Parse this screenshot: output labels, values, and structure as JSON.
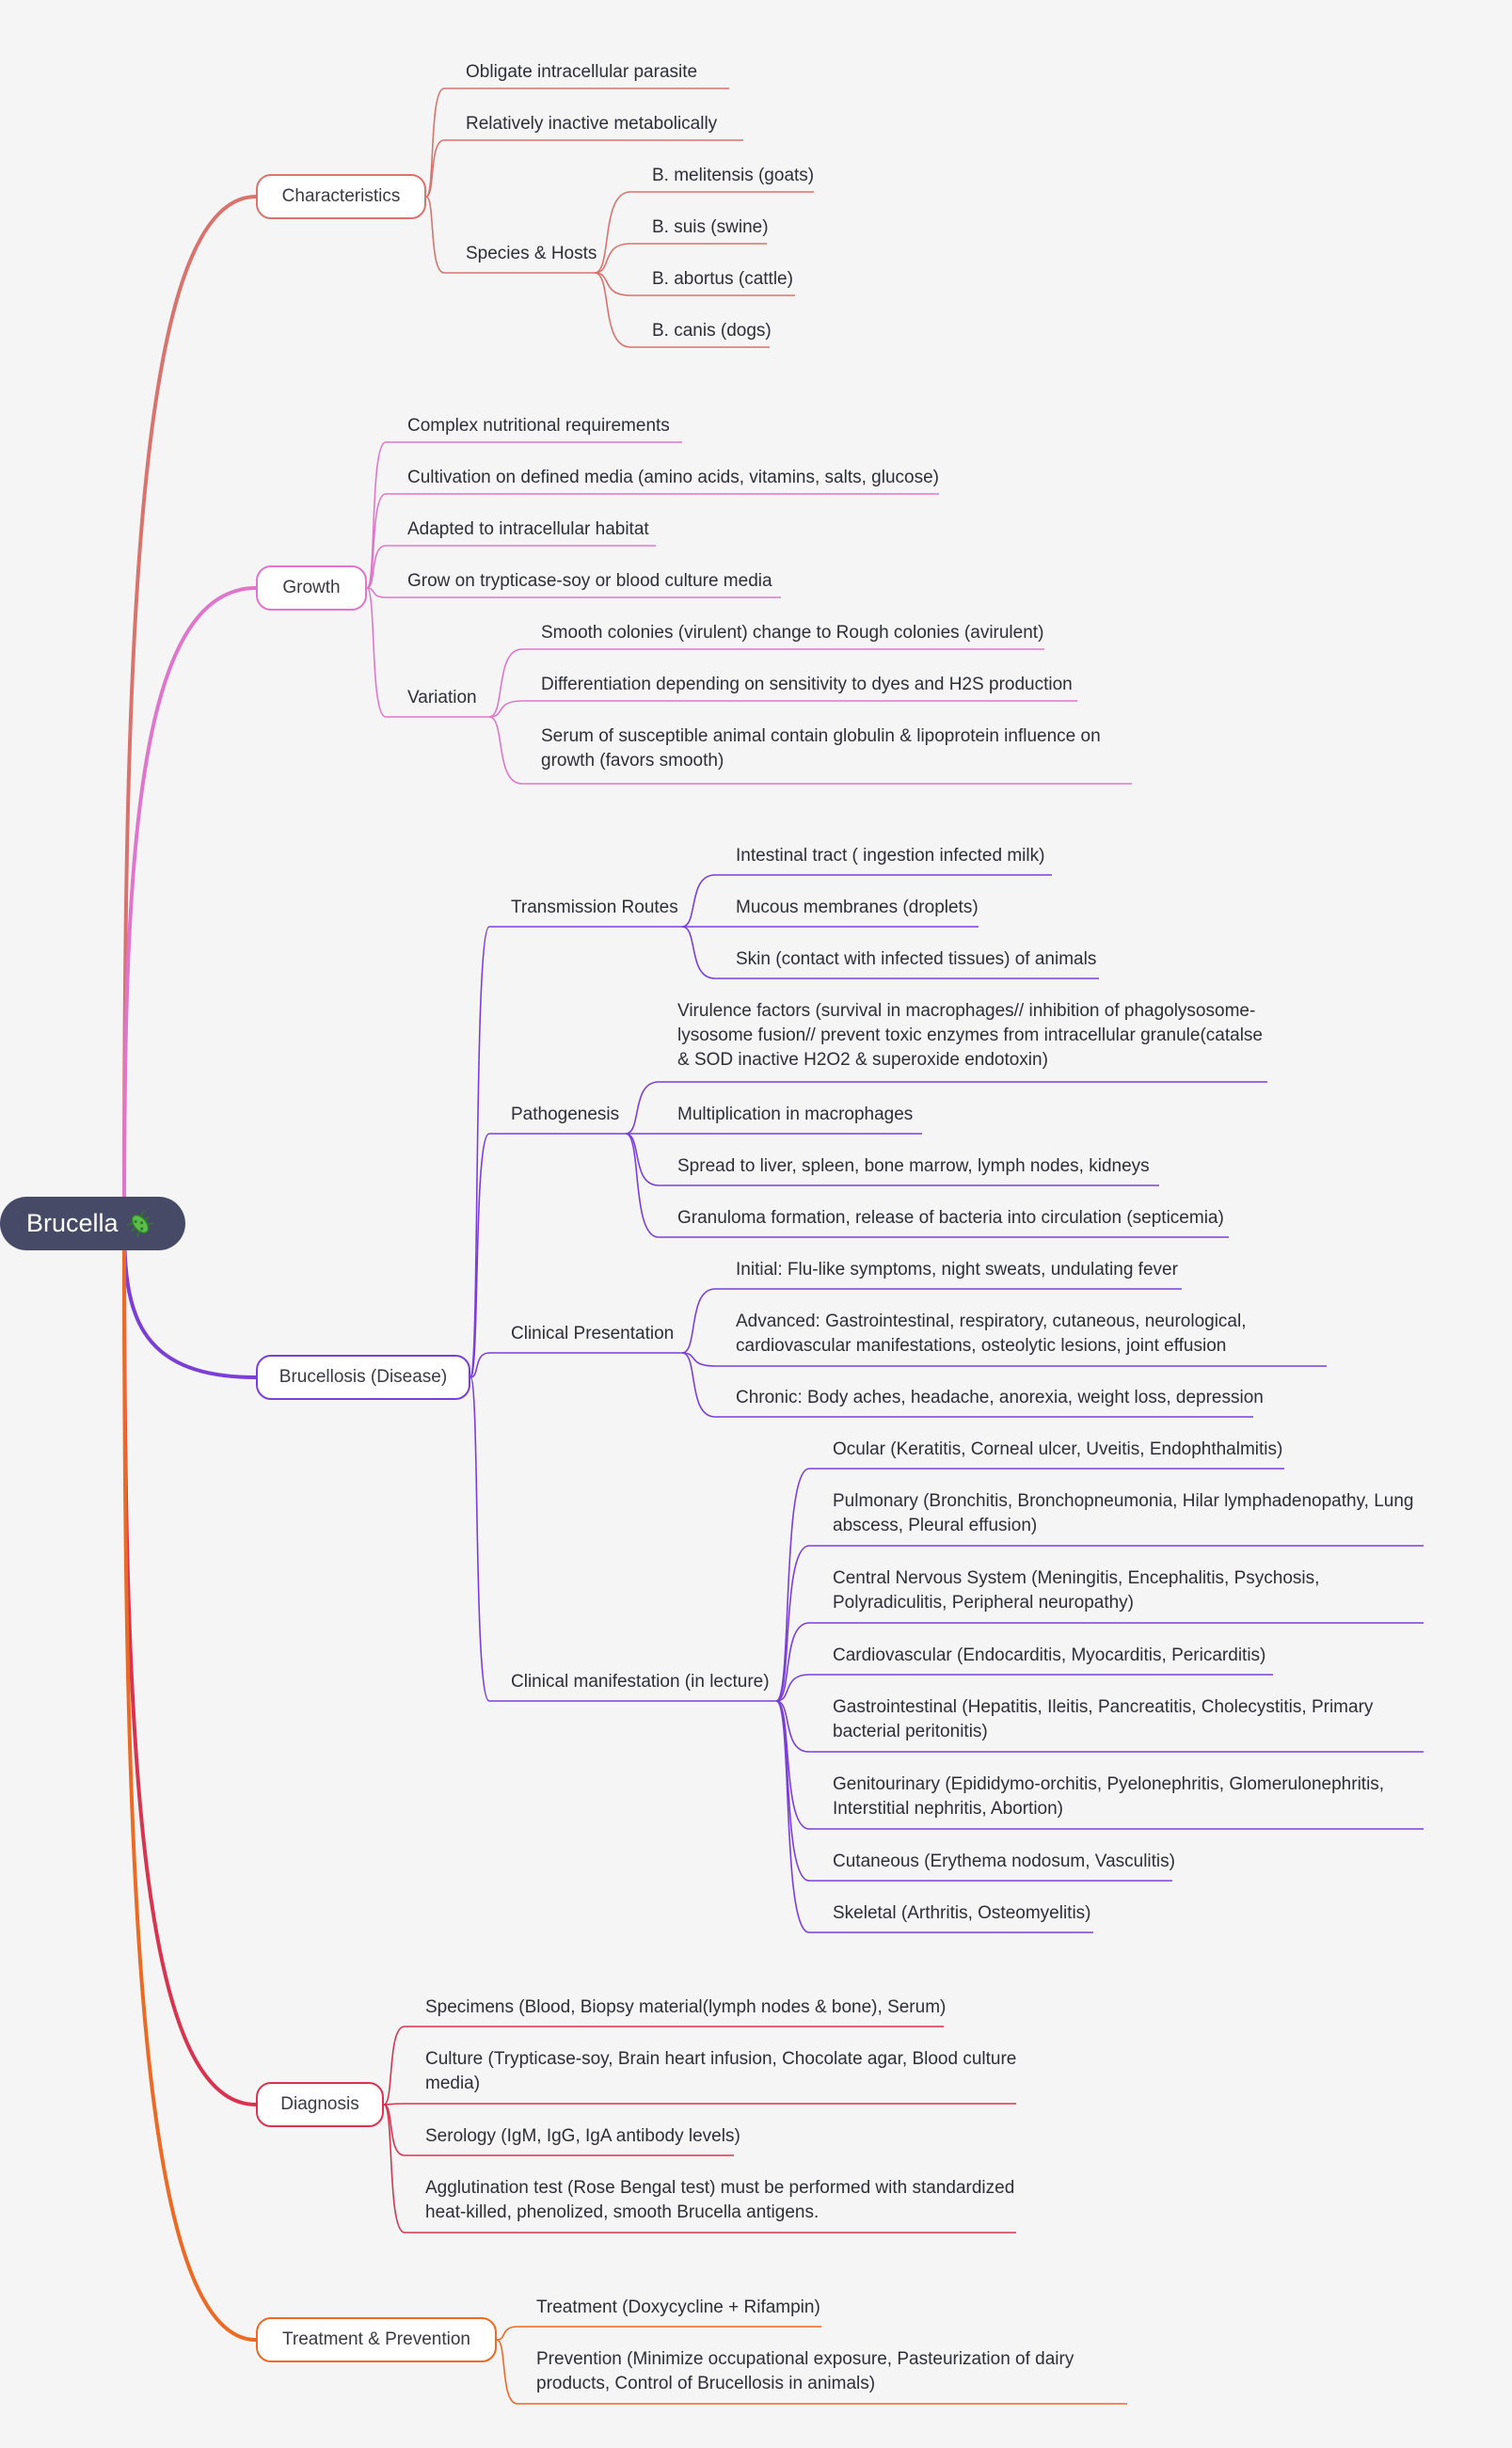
{
  "root": {
    "label": "Brucella",
    "icon": "microbe-icon"
  },
  "colors": {
    "characteristics": "#d9736e",
    "growth": "#e076cc",
    "brucellosis": "#7b3fd8",
    "diagnosis": "#d8344f",
    "treatment": "#ec6a24",
    "root_bg": "#474a67"
  },
  "characteristics": {
    "label": "Characteristics",
    "items": [
      "Obligate intracellular parasite",
      "Relatively inactive metabolically"
    ],
    "species": {
      "label": "Species & Hosts",
      "items": [
        "B. melitensis (goats)",
        "B. suis (swine)",
        "B. abortus (cattle)",
        "B. canis (dogs)"
      ]
    }
  },
  "growth": {
    "label": "Growth",
    "items": [
      "Complex nutritional requirements",
      "Cultivation on defined media (amino acids, vitamins, salts, glucose)",
      "Adapted to intracellular habitat",
      "Grow on trypticase-soy or blood culture media"
    ],
    "variation": {
      "label": "Variation",
      "items": [
        "Smooth colonies (virulent) change to Rough colonies (avirulent)",
        "Differentiation depending on sensitivity to dyes and H2S production",
        "Serum of susceptible animal contain globulin & lipoprotein influence on\ngrowth (favors smooth)"
      ]
    }
  },
  "brucellosis": {
    "label": "Brucellosis (Disease)",
    "transmission": {
      "label": "Transmission Routes",
      "items": [
        "Intestinal tract ( ingestion infected milk)",
        "Mucous membranes (droplets)",
        "Skin (contact with infected tissues) of animals"
      ]
    },
    "pathogenesis": {
      "label": "Pathogenesis",
      "items": [
        "Virulence factors (survival in macrophages// inhibition of phagolysosome-\nlysosome fusion// prevent toxic enzymes from intracellular granule(catalse\n& SOD inactive H2O2 & superoxide endotoxin)",
        "Multiplication in macrophages",
        "Spread to liver, spleen, bone marrow, lymph nodes, kidneys",
        "Granuloma formation, release of bacteria into circulation (septicemia)"
      ]
    },
    "clinical_presentation": {
      "label": "Clinical Presentation",
      "items": [
        "Initial: Flu-like symptoms, night sweats, undulating fever",
        "Advanced: Gastrointestinal, respiratory, cutaneous, neurological,\ncardiovascular manifestations, osteolytic lesions, joint effusion",
        "Chronic: Body aches, headache, anorexia, weight loss, depression"
      ]
    },
    "clinical_manifestation": {
      "label": "Clinical manifestation (in lecture)",
      "items": [
        "Ocular (Keratitis, Corneal ulcer, Uveitis, Endophthalmitis)",
        "Pulmonary (Bronchitis, Bronchopneumonia, Hilar lymphadenopathy, Lung\nabscess, Pleural effusion)",
        "Central Nervous System (Meningitis, Encephalitis, Psychosis,\nPolyradiculitis, Peripheral neuropathy)",
        "Cardiovascular (Endocarditis, Myocarditis, Pericarditis)",
        "Gastrointestinal (Hepatitis, Ileitis, Pancreatitis, Cholecystitis, Primary\nbacterial peritonitis)",
        "Genitourinary (Epididymo-orchitis, Pyelonephritis, Glomerulonephritis,\nInterstitial nephritis, Abortion)",
        "Cutaneous (Erythema nodosum, Vasculitis)",
        "Skeletal (Arthritis, Osteomyelitis)"
      ]
    }
  },
  "diagnosis": {
    "label": "Diagnosis",
    "items": [
      "Specimens (Blood, Biopsy material(lymph nodes & bone), Serum)",
      "Culture (Trypticase-soy, Brain heart infusion, Chocolate agar, Blood culture\nmedia)",
      "Serology (IgM, IgG, IgA antibody levels)",
      "Agglutination test (Rose Bengal test) must be performed with standardized\nheat-killed, phenolized, smooth Brucella antigens."
    ]
  },
  "treatment": {
    "label": "Treatment & Prevention",
    "items": [
      "Treatment (Doxycycline + Rifampin)",
      "Prevention (Minimize occupational exposure, Pasteurization of dairy\nproducts, Control of Brucellosis in animals)"
    ]
  }
}
